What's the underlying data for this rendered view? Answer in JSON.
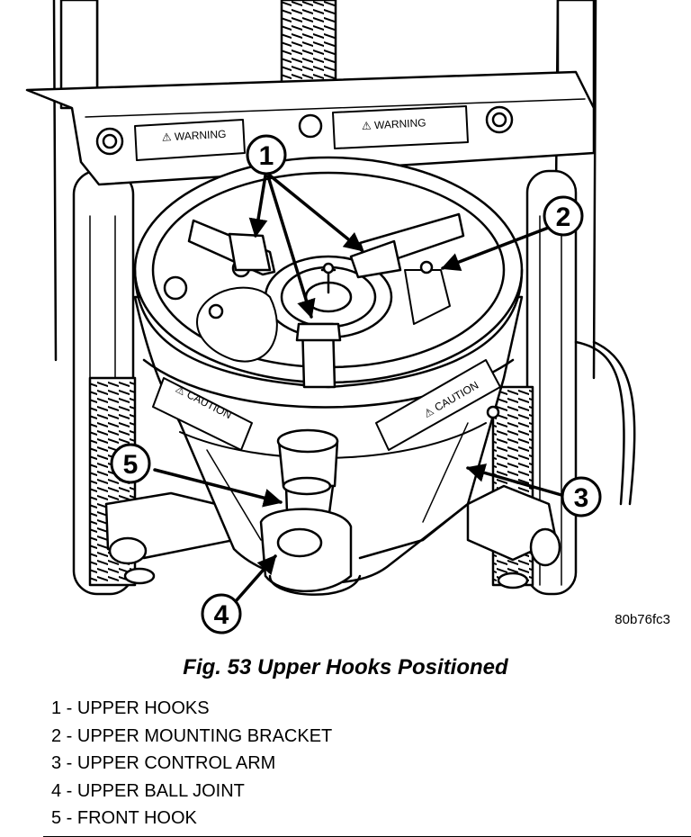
{
  "figure": {
    "code": "80b76fc3",
    "caption": "Fig. 53 Upper Hooks Positioned",
    "warning_labels": [
      "⚠ WARNING",
      "⚠ WARNING"
    ],
    "caution_labels": [
      "⚠ CAUTION",
      "⚠ CAUTION"
    ]
  },
  "callouts": [
    {
      "number": "1"
    },
    {
      "number": "2"
    },
    {
      "number": "3"
    },
    {
      "number": "4"
    },
    {
      "number": "5"
    }
  ],
  "legend": [
    "1 - UPPER HOOKS",
    "2 - UPPER MOUNTING BRACKET",
    "3 - UPPER CONTROL ARM",
    "4 - UPPER BALL JOINT",
    "5 - FRONT HOOK"
  ]
}
